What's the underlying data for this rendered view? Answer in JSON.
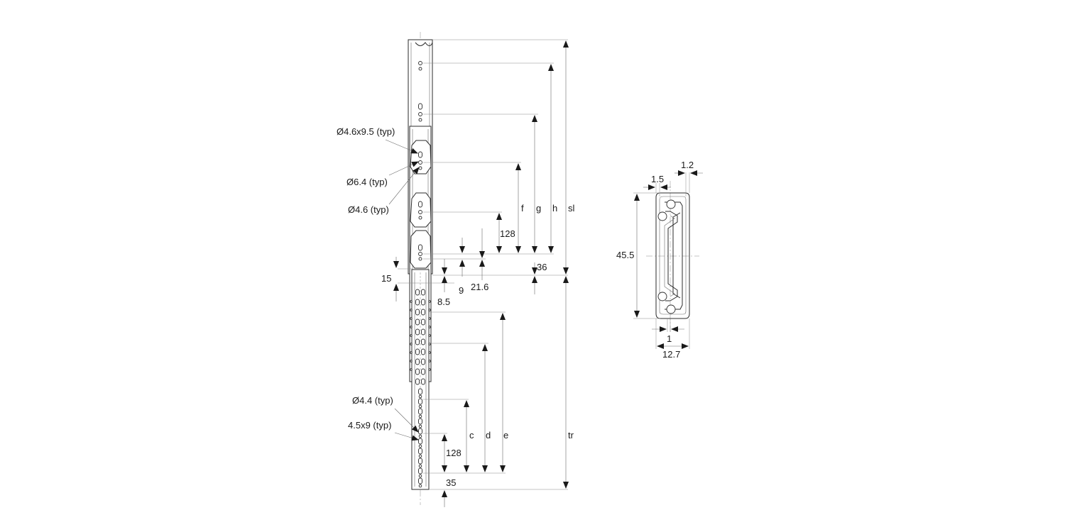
{
  "side_view": {
    "callouts": {
      "slot_upper": "Ø4.6x9.5 (typ)",
      "hole_64": "Ø6.4 (typ)",
      "hole_46": "Ø4.6 (typ)",
      "hole_44": "Ø4.4 (typ)",
      "slot_lower": "4.5x9 (typ)"
    },
    "dims": {
      "f": "f",
      "g": "g",
      "h": "h",
      "sl": "sl",
      "pitch_upper": "128",
      "d36": "36",
      "d9": "9",
      "d216": "21.6",
      "d15": "15",
      "d85": "8.5",
      "c": "c",
      "d": "d",
      "e": "e",
      "pitch_lower": "128",
      "d35": "35",
      "tr": "tr"
    }
  },
  "cross_section": {
    "dims": {
      "d12": "1.2",
      "d15": "1.5",
      "height": "45.5",
      "d1": "1",
      "width": "12.7"
    }
  }
}
